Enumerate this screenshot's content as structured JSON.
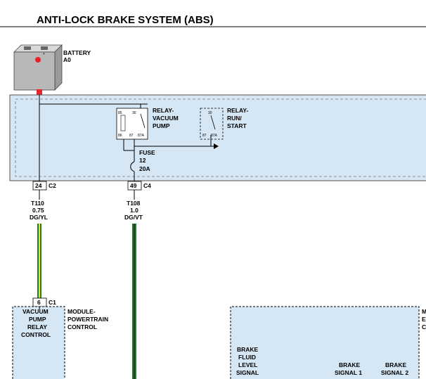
{
  "title": "ANTI-LOCK BRAKE SYSTEM (ABS)",
  "battery": {
    "name": "BATTERY",
    "id": "A0",
    "terminal_symbol": "+"
  },
  "relay_vacuum_pump": {
    "label_lines": [
      "RELAY-",
      "VACUUM",
      "PUMP"
    ],
    "pins": [
      "85",
      "86",
      "87",
      "87A",
      "30"
    ]
  },
  "relay_run_start": {
    "label_lines": [
      "RELAY-",
      "RUN/",
      "START"
    ],
    "pins": [
      "30",
      "87",
      "87A"
    ]
  },
  "fuse": {
    "label": "FUSE",
    "number": "12",
    "rating": "20A"
  },
  "connectors": [
    {
      "pin": "24",
      "name": "C2"
    },
    {
      "pin": "49",
      "name": "C4"
    },
    {
      "pin": "6",
      "name": "C1"
    }
  ],
  "wires": [
    {
      "circuit": "T110",
      "gauge": "0.75",
      "color_code": "DG/YL"
    },
    {
      "circuit": "T108",
      "gauge": "1.0",
      "color_code": "DG/VT"
    }
  ],
  "pcm": {
    "pin_label_lines": [
      "VACUUM",
      "PUMP",
      "RELAY",
      "CONTROL"
    ],
    "module_label_lines": [
      "MODULE-",
      "POWERTRAIN",
      "CONTROL"
    ]
  },
  "abs_module": {
    "signals": [
      {
        "lines": [
          "BRAKE",
          "FLUID",
          "LEVEL",
          "SIGNAL"
        ]
      },
      {
        "lines": [
          "BRAKE",
          "SIGNAL 1"
        ]
      },
      {
        "lines": [
          "BRAKE",
          "SIGNAL 2"
        ]
      }
    ],
    "edge_text": [
      "M",
      "E",
      "C"
    ]
  },
  "colors": {
    "module_fill": "#d5e6f4",
    "wire_dark_green": "#1f7a2a",
    "wire_yellow": "#f2e21a",
    "wire_violet": "#2c2c2c",
    "battery_terminal": "#e8232a"
  }
}
